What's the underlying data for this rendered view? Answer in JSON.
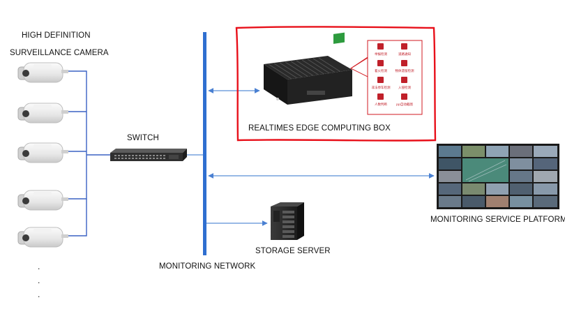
{
  "camera_group": {
    "title_line1": "HIGH DEFINITION",
    "title_line2": "SURVEILLANCE CAMERA",
    "ellipsis": [
      ".",
      ".",
      "."
    ]
  },
  "switch": {
    "label": "SWITCH"
  },
  "network": {
    "label": "MONITORING NETWORK"
  },
  "edge_box": {
    "label": "REALTIMES EDGE COMPUTING BOX",
    "highlight_color": "#e8101a",
    "panel_items": [
      "举报检测",
      "道路通知",
      "着火检测",
      "物体遗留检测",
      "非法停车检测",
      "入侵检测",
      "人数判断",
      "pp自动截图"
    ]
  },
  "storage": {
    "label": "STORAGE SERVER"
  },
  "platform": {
    "label": "MONITORING SERVICE PLATFORM"
  },
  "colors": {
    "network_line": "#2f6fd0",
    "link_line": "#5a8fd8",
    "connector": "#3a62c4"
  }
}
